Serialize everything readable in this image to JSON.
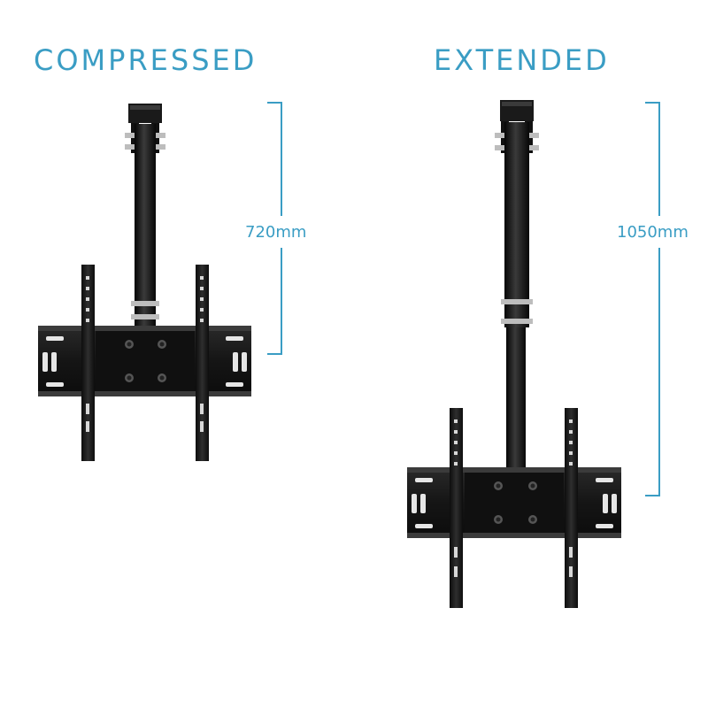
{
  "colors": {
    "accent": "#3a9dc4",
    "mount": "#1a1a1a",
    "plate": "#151515"
  },
  "compressed": {
    "heading": "COMPRESSED",
    "dimension": "720mm"
  },
  "extended": {
    "heading": "EXTENDED",
    "dimension": "1050mm"
  }
}
